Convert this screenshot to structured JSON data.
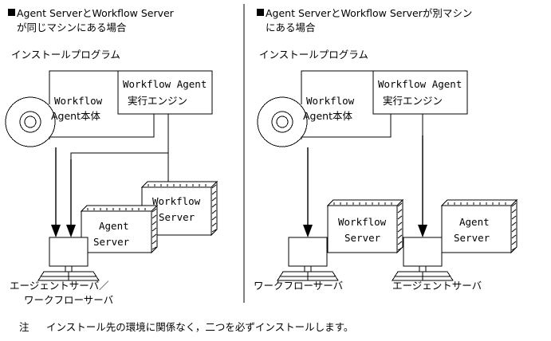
{
  "figure": {
    "divider_color": "#000000",
    "line_color": "#000000",
    "background": "#ffffff"
  },
  "panels": [
    {
      "id": "same-machine",
      "heading_line1": "Agent ServerとWorkflow Server",
      "heading_line2": "が同じマシンにある場合",
      "install_program_label": "インストールプログラム",
      "media_label_line1": "Workflow",
      "media_label_line2": "Agent本体",
      "engine_box_line1": "Workflow Agent",
      "engine_box_line2": "実行エンジン",
      "servers": [
        {
          "name": "workflow-server",
          "line1": "Workflow",
          "line2": "Server"
        },
        {
          "name": "agent-server",
          "line1": "Agent",
          "line2": "Server"
        }
      ],
      "machine_label_line1": "エージェントサーバ／",
      "machine_label_line2": "ワークフローサーバ",
      "arrow_count": 2
    },
    {
      "id": "separate-machines",
      "heading_line1": "Agent ServerとWorkflow Serverが別マシン",
      "heading_line2": "にある場合",
      "install_program_label": "インストールプログラム",
      "media_label_line1": "Workflow",
      "media_label_line2": "Agent本体",
      "engine_box_line1": "Workflow Agent",
      "engine_box_line2": "実行エンジン",
      "servers": [
        {
          "name": "workflow-server",
          "line1": "Workflow",
          "line2": "Server"
        },
        {
          "name": "agent-server",
          "line1": "Agent",
          "line2": "Server"
        }
      ],
      "machine_label_left": "ワークフローサーバ",
      "machine_label_right": "エージェントサーバ",
      "arrow_count": 2
    }
  ],
  "note": {
    "marker": "注",
    "text": "インストール先の環境に関係なく，二つを必ずインストールします。"
  }
}
